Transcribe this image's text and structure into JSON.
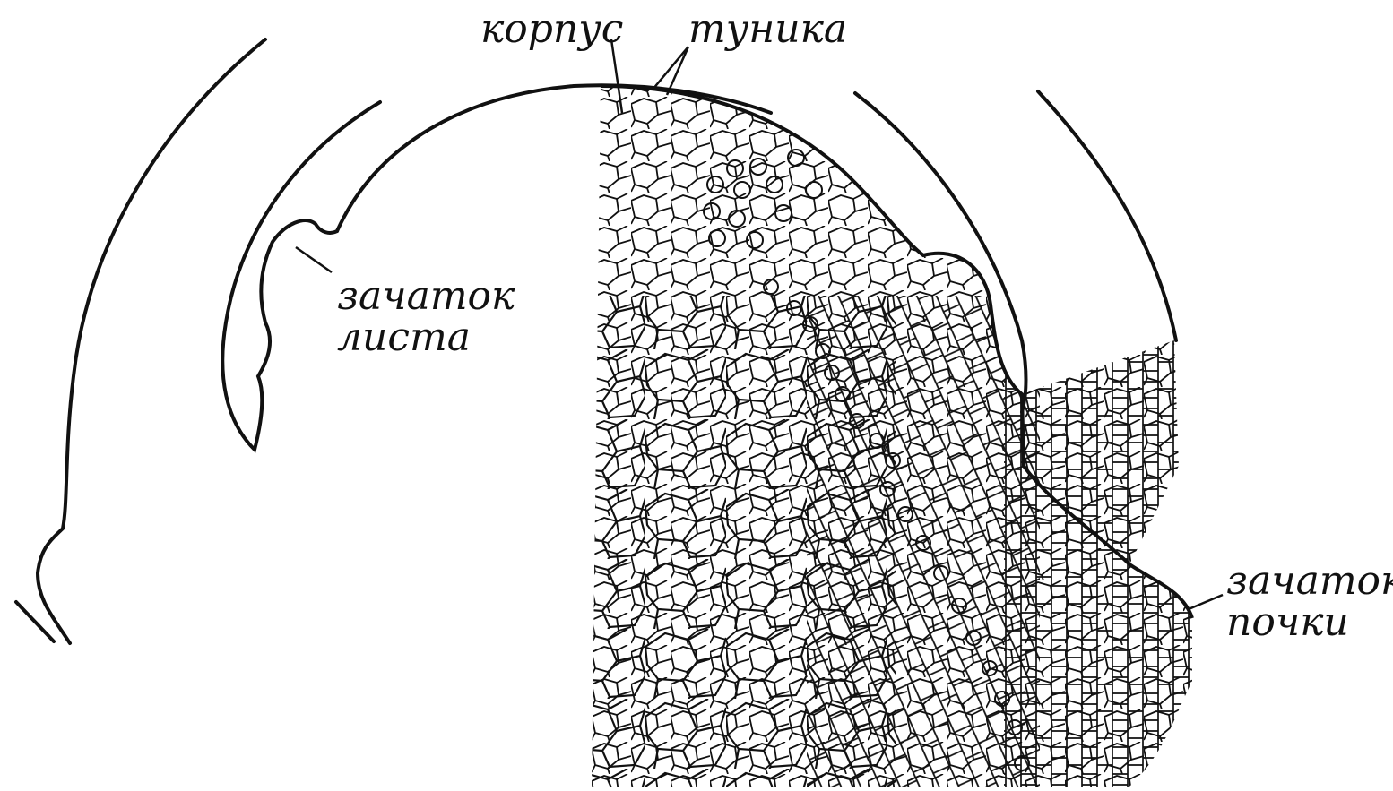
{
  "labels": {
    "korpus": "корпус",
    "tunika": "туника",
    "leaf_primordium": [
      "зачаток",
      "листа"
    ],
    "bud_primordium": [
      "зачаток",
      "почки"
    ]
  },
  "colors": {
    "ink": "#111111",
    "background": "#ffffff"
  }
}
